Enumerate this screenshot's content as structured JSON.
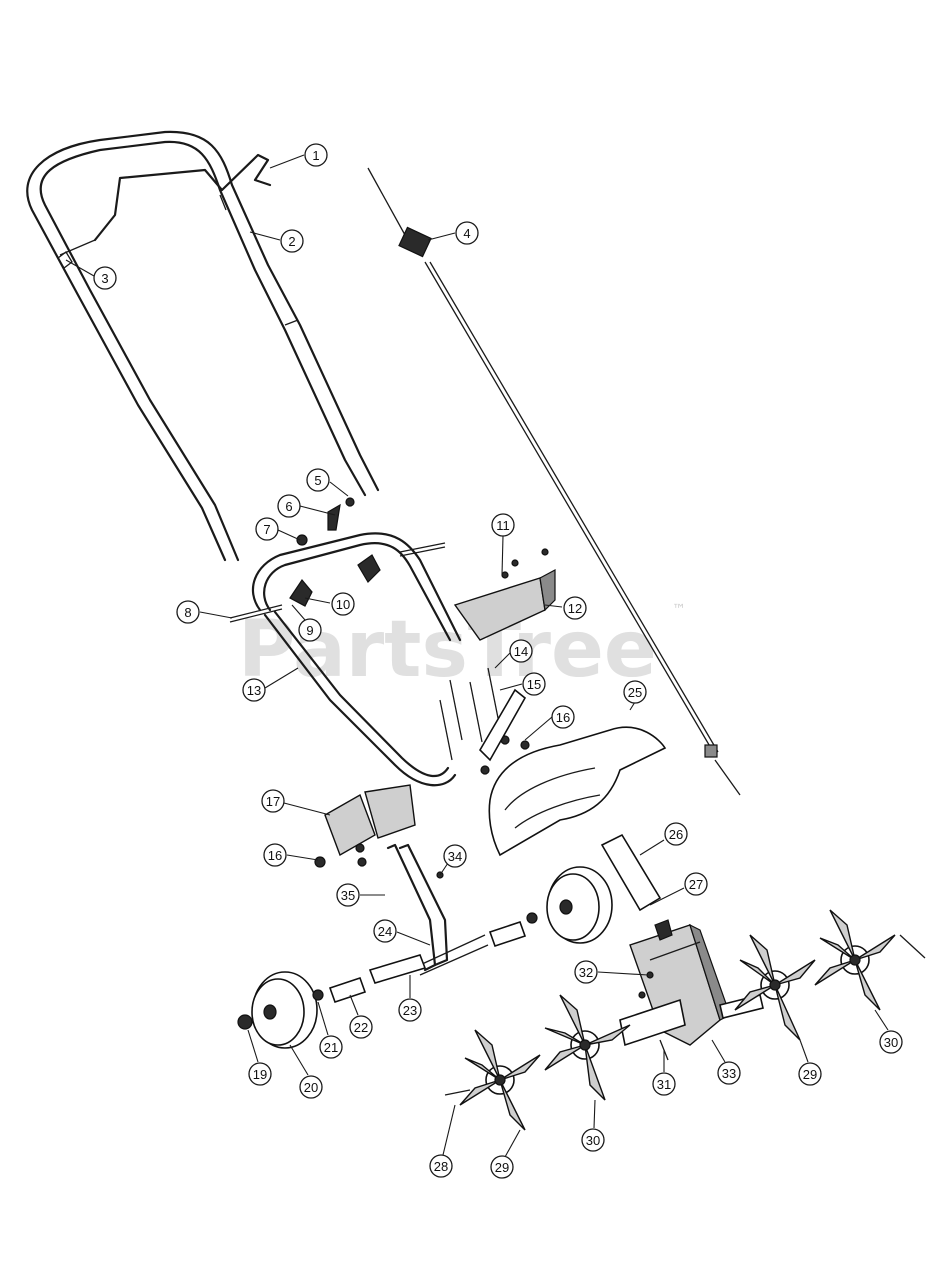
{
  "watermark": {
    "text": "PartsTree",
    "trademark": "™"
  },
  "callouts": {
    "c1": "1",
    "c2": "2",
    "c3": "3",
    "c4": "4",
    "c5": "5",
    "c6": "6",
    "c7": "7",
    "c8": "8",
    "c9": "9",
    "c10": "10",
    "c11": "11",
    "c12": "12",
    "c13": "13",
    "c14": "14",
    "c15": "15",
    "c16a": "16",
    "c16b": "16",
    "c17": "17",
    "c19": "19",
    "c20": "20",
    "c21": "21",
    "c22": "22",
    "c23": "23",
    "c24": "24",
    "c25": "25",
    "c26": "26",
    "c27": "27",
    "c28": "28",
    "c29a": "29",
    "c29b": "29",
    "c30a": "30",
    "c30b": "30",
    "c31": "31",
    "c32": "32",
    "c33": "33",
    "c34": "34",
    "c35": "35"
  }
}
